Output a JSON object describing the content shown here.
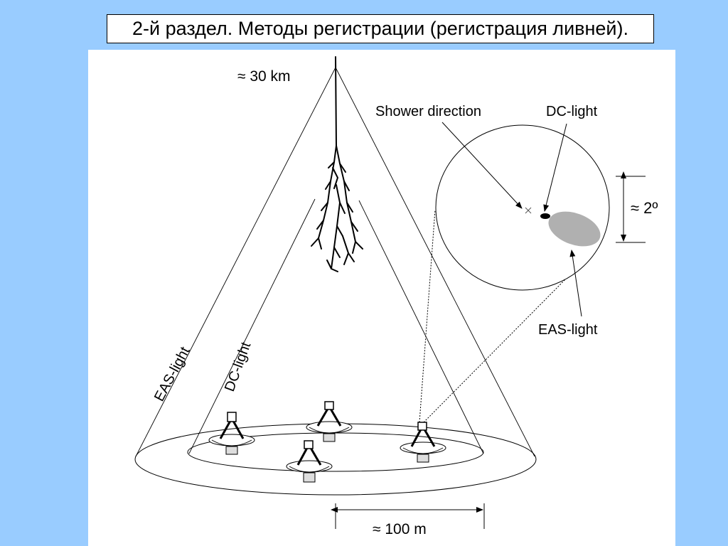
{
  "slide": {
    "title": "2-й раздел. Методы регистрации (регистрация ливней)."
  },
  "diagram": {
    "height_label": "≈ 30 km",
    "shower_direction_label": "Shower direction",
    "dc_light_label_top": "DC-light",
    "angle_label": "≈ 2º",
    "eas_light_label_right": "EAS-light",
    "eas_light_label_cone": "EAS-light",
    "dc_light_label_cone": "DC-light",
    "distance_label": "≈ 100 m",
    "telescope_count": 4
  },
  "colors": {
    "background": "#99ccff",
    "panel": "#ffffff",
    "eas_spot": "#b0b0b0",
    "lines": "#000000"
  }
}
